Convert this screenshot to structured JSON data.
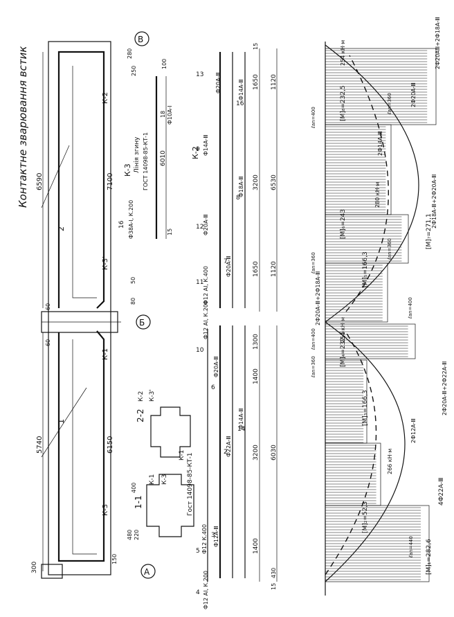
{
  "title": "Контактне зварювання встик",
  "axes": {
    "a": "А",
    "b": "Б",
    "c": "В"
  },
  "sections": {
    "s11": "1-1",
    "s22": "2-2"
  },
  "marks": {
    "k1": "К-1",
    "k2": "К-2",
    "k3": "К-3",
    "k3p": "К-3'"
  },
  "gost": "Гост 14098-85-КТ-1",
  "gost_k3": "ГОСТ 14098-85-КТ-1",
  "bend_line": "Лінія згину",
  "dims": {
    "span1_a": "5740",
    "span1_b": "6150",
    "span2_a": "6590",
    "span2_b": "7100",
    "sup_300": "300",
    "d_150": "150",
    "d_60a": "60",
    "d_60b": "60",
    "d_1400a": "1400",
    "d_3200a": "3200",
    "d_1400b": "1400",
    "d_1300": "1300",
    "total1": "6030",
    "d_430": "430",
    "d_15a": "15",
    "d_15b": "15",
    "d_1650a": "1650",
    "d_1120a": "1120",
    "d_3200b": "3200",
    "d_1650b": "1650",
    "d_1120b": "1120",
    "total2": "6530",
    "d_15c": "15",
    "k3_6010": "6010",
    "k3_15a": "15",
    "k3_15b": "15",
    "d_280": "280",
    "d_250": "250",
    "d_100": "100",
    "d_80": "80",
    "d_50": "50",
    "d_400": "400",
    "d_220": "220",
    "d_480": "480"
  },
  "bars": {
    "b3": "Ф12A-Ⅲ",
    "b2": "Ф22A-Ⅲ",
    "b14": "Ф14A-Ⅲ",
    "b6": "Ф20A-Ⅲ",
    "b4": "Ф12 АІ, К.200",
    "b5": "Ф12 К.400",
    "b10": "Ф12 АІ, К.200",
    "b11": "Ф12 АІ, К.400",
    "b7": "Ф20A-Ⅲ",
    "b12": "Ф20A-Ⅲ",
    "b8": "Ф18A-Ⅲ",
    "b9": "Ф14A-Ⅲ",
    "b13": "Ф20A-Ⅲ",
    "b16": "Ф14A-Ⅲ",
    "k3_main": "Ф38A-І, К.200",
    "k3_18": "Ф10A-І",
    "k3_16": "16",
    "n_3": "3",
    "n_2": "2",
    "n_14": "14",
    "n_6": "6",
    "n_4": "4",
    "n_5": "5",
    "n_10": "10",
    "n_11": "11",
    "n_7": "7",
    "n_12": "12",
    "n_8": "8",
    "n_9": "9",
    "n_13": "13",
    "n_16": "16",
    "n_18": "18",
    "n_15": "15"
  },
  "moments": {
    "m1": "[M]₁=282,6",
    "m2": "[M]₂=52,3",
    "m3": "[M]₃=166,3",
    "m4": "[M]₄=232,5",
    "m5": "[M]₅=166,3",
    "m6": "[M]₆=243",
    "m7": "[M]₇=271,1",
    "m8": "[M]₈=232,5",
    "peak1": "266 кН·м",
    "peak2": "254 кН·м",
    "peak3": "280 кН·м",
    "peak4": "254 кН·м",
    "r1": "4Ф22A-Ⅲ",
    "r2": "2Ф12A-Ⅲ",
    "r3": "2Ф20A-Ⅲ+2Ф22A-Ⅲ",
    "r4": "2Ф20A-Ⅲ+2Ф18A-Ⅲ",
    "r5": "2Ф18A-Ⅲ+2Ф20A-Ⅲ",
    "r6": "2Ф20A-Ⅲ",
    "r7": "2Ф20AⅢ+2Ф18A-Ⅲ",
    "r8": "2Ф14A-Ⅲ"
  },
  "anchors": [
    "ℓan=440",
    "ℓan=360",
    "ℓan=400",
    "ℓan=360",
    "ℓan=360",
    "ℓan=400",
    "ℓan=360",
    "ℓan=400"
  ]
}
